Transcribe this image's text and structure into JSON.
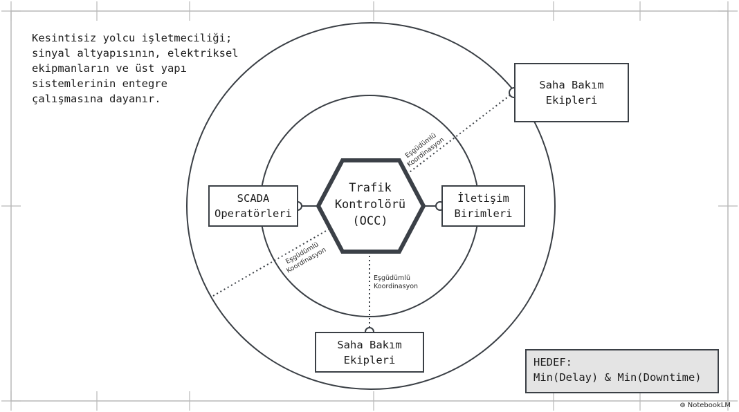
{
  "intro_lines": [
    "Kesintisiz yolcu işletmeciliği;",
    "sinyal altyapısının, elektriksel",
    "ekipmanların ve üst yapı",
    "sistemlerinin entegre",
    "çalışmasına dayanır."
  ],
  "center": {
    "line1": "Trafik",
    "line2": "Kontrolörü",
    "line3": "(OCC)"
  },
  "nodes": {
    "scada": {
      "line1": "SCADA",
      "line2": "Operatörleri"
    },
    "comm": {
      "line1": "İletişim",
      "line2": "Birimleri"
    },
    "field_top": {
      "line1": "Saha Bakım",
      "line2": "Ekipleri"
    },
    "field_bottom": {
      "line1": "Saha Bakım",
      "line2": "Ekipleri"
    }
  },
  "edge_labels": {
    "top": {
      "line1": "Eşgüdümlü",
      "line2": "Koordinasyon"
    },
    "left": {
      "line1": "Eşgüdümlü",
      "line2": "Koordinasyon"
    },
    "bottom": {
      "line1": "Eşgüdümlü",
      "line2": "Koordinasyon"
    }
  },
  "goal": {
    "line1": "HEDEF:",
    "line2": "Min(Delay) & Min(Downtime)"
  },
  "brand": "NotebookLM",
  "colors": {
    "stroke": "#3a3f45",
    "hexagon": "#3b4047",
    "goal_bg": "#e4e4e4",
    "frame": "#b8b8b8"
  }
}
